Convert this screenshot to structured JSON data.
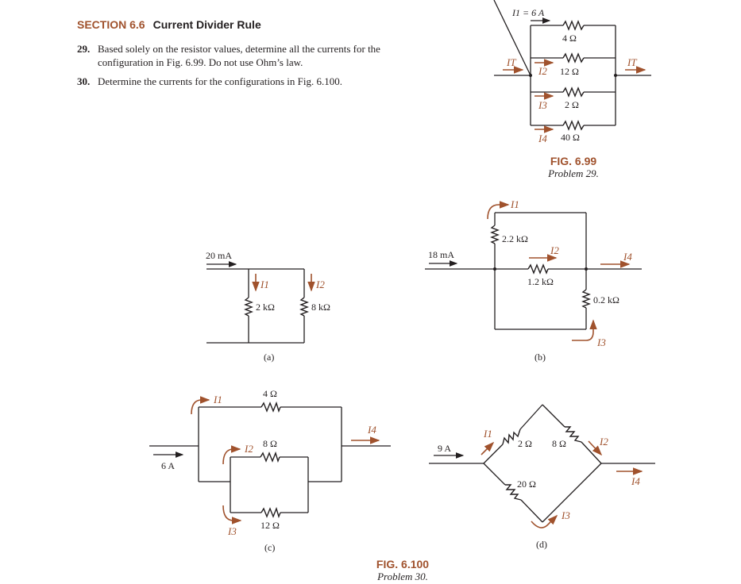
{
  "section": {
    "number": "SECTION 6.6",
    "title": "Current Divider Rule"
  },
  "problems": [
    {
      "number": "29.",
      "text": "Based solely on the resistor values, determine all the currents for the configuration in Fig. 6.99. Do not use Ohm’s law."
    },
    {
      "number": "30.",
      "text": "Determine the currents for the configurations in Fig. 6.100."
    }
  ],
  "fig699": {
    "caption": "FIG. 6.99",
    "subcaption": "Problem 29.",
    "i1_label": "I1 = 6 A",
    "resistors": [
      "4 Ω",
      "12 Ω",
      "2 Ω",
      "40 Ω"
    ],
    "currents": {
      "it": "IT",
      "i2": "I2",
      "i3": "I3",
      "i4": "I4"
    }
  },
  "fig6100": {
    "caption": "FIG. 6.100",
    "subcaption": "Problem 30.",
    "a": {
      "label": "(a)",
      "source": "20 mA",
      "r1": "2 kΩ",
      "r2": "8 kΩ",
      "i1": "I1",
      "i2": "I2"
    },
    "b": {
      "label": "(b)",
      "source": "18 mA",
      "r1": "2.2 kΩ",
      "r2": "1.2 kΩ",
      "r3": "0.2 kΩ",
      "i1": "I1",
      "i2": "I2",
      "i3": "I3",
      "i4": "I4"
    },
    "c": {
      "label": "(c)",
      "source": "6 A",
      "r1": "4 Ω",
      "r2": "8 Ω",
      "r3": "12 Ω",
      "i1": "I1",
      "i2": "I2",
      "i3": "I3",
      "i4": "I4"
    },
    "d": {
      "label": "(d)",
      "source": "9 A",
      "r1": "2 Ω",
      "r2": "8 Ω",
      "r3": "20 Ω",
      "i1": "I1",
      "i2": "I2",
      "i3": "I3",
      "i4": "I4"
    }
  },
  "colors": {
    "accent": "#a0522d",
    "text": "#231f20"
  }
}
